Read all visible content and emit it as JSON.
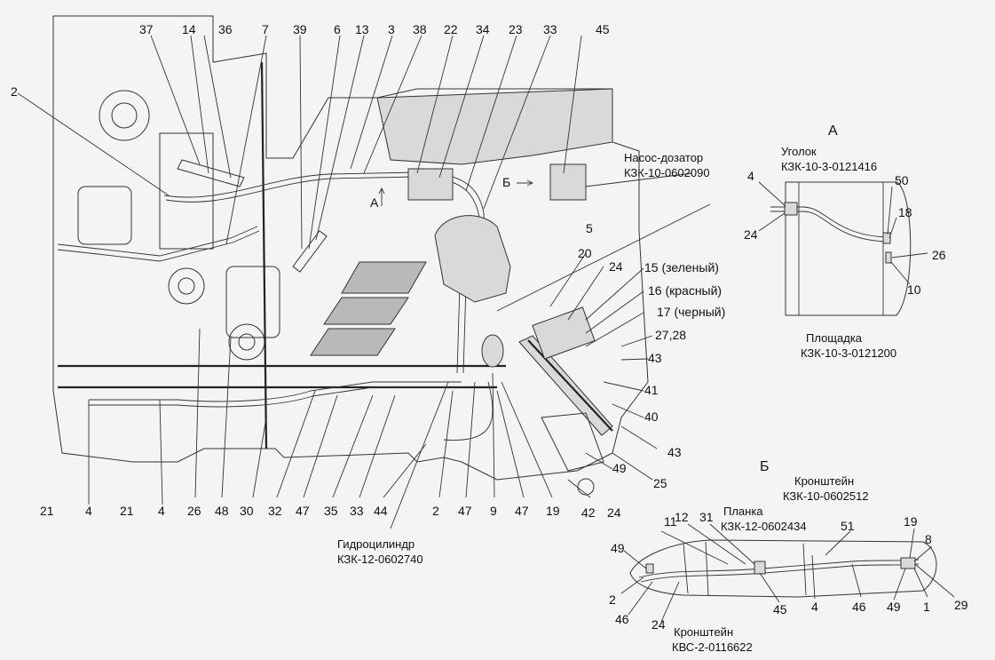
{
  "main_callouts": {
    "top": [
      "37",
      "14",
      "36",
      "7",
      "39",
      "6",
      "13",
      "3",
      "38",
      "22",
      "34",
      "23",
      "33",
      "45"
    ],
    "bottom": [
      "21",
      "4",
      "21",
      "4",
      "26",
      "48",
      "30",
      "32",
      "47",
      "35",
      "33",
      "44",
      "2",
      "47",
      "9",
      "47",
      "19",
      "42",
      "24"
    ],
    "left": "2",
    "right": [
      "5",
      "20",
      "24",
      "27,28",
      "43",
      "41",
      "40",
      "43",
      "25",
      "49"
    ],
    "colored": [
      "15 (зеленый)",
      "16 (красный)",
      "17 (черный)"
    ]
  },
  "view_markers": {
    "main_a": "А",
    "main_b": "Б"
  },
  "annotations": {
    "pump_title": "Насос-дозатор",
    "pump_code": "КЗК-10-0602090",
    "cylinder_title": "Гидроцилиндр",
    "cylinder_code": "КЗК-12-0602740"
  },
  "view_a": {
    "title": "А",
    "angle_title": "Уголок",
    "angle_code": "КЗК-10-3-0121416",
    "platform_title": "Площадка",
    "platform_code": "КЗК-10-3-0121200",
    "callouts": [
      "4",
      "24",
      "50",
      "18",
      "26",
      "10"
    ]
  },
  "view_b": {
    "title": "Б",
    "bracket1_title": "Кронштейн",
    "bracket1_code": "КЗК-10-0602512",
    "strip_title": "Планка",
    "strip_code": "КЗК-12-0602434",
    "bracket2_title": "Кронштейн",
    "bracket2_code": "КВС-2-0116622",
    "callouts": [
      "49",
      "11",
      "12",
      "31",
      "51",
      "19",
      "8",
      "2",
      "46",
      "24",
      "45",
      "4",
      "46",
      "49",
      "1",
      "29"
    ]
  }
}
